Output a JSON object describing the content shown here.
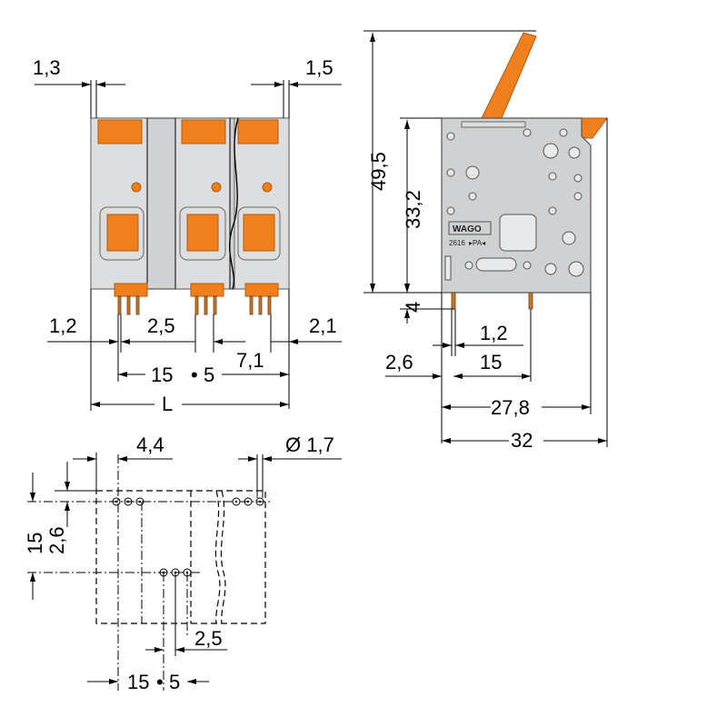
{
  "front_view": {
    "dims": {
      "top_left": "1,3",
      "top_right": "1,5",
      "pin_left": "1,2",
      "pin_pitch": "2,5",
      "pin_right": "2,1",
      "pitch": "15",
      "pitch_sep": "•",
      "pitch_alt": "5",
      "span": "7,1",
      "length": "L"
    }
  },
  "side_view": {
    "dims": {
      "total_height": "49,5",
      "body_height": "33,2",
      "pin_length": "4",
      "pin_width": "1,2",
      "pin_offset": "2,6",
      "pin_spacing": "15",
      "depth": "27,8",
      "total_depth": "32"
    },
    "marking_brand": "WAGO",
    "marking_part": "2616",
    "marking_pa": "▸PA◂"
  },
  "footprint": {
    "dims": {
      "row_offset": "4,4",
      "hole_diameter": "Ø 1,7",
      "row_pitch": "15",
      "row_sub": "2,6",
      "pin_pitch": "2,5",
      "pitch": "15",
      "pitch_sep": "•",
      "pitch_alt": "5"
    }
  },
  "colors": {
    "lever": "#f07f1e",
    "housing": "#cfd1d3"
  }
}
